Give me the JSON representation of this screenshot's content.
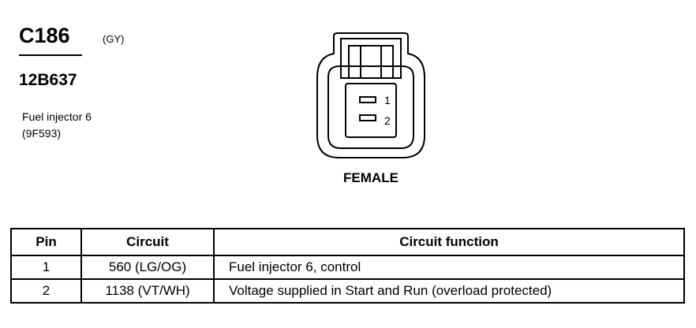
{
  "connector": {
    "id": "C186",
    "color": "(GY)",
    "part_number": "12B637",
    "component_name": "Fuel injector 6",
    "component_code": "(9F593)",
    "gender": "FEMALE",
    "pin_labels": [
      "1",
      "2"
    ]
  },
  "table": {
    "headers": {
      "pin": "Pin",
      "circuit": "Circuit",
      "function": "Circuit function"
    },
    "rows": [
      {
        "pin": "1",
        "circuit": "560 (LG/OG)",
        "function": "Fuel injector 6, control"
      },
      {
        "pin": "2",
        "circuit": "1138 (VT/WH)",
        "function": "Voltage supplied in Start and Run (overload protected)"
      }
    ]
  }
}
